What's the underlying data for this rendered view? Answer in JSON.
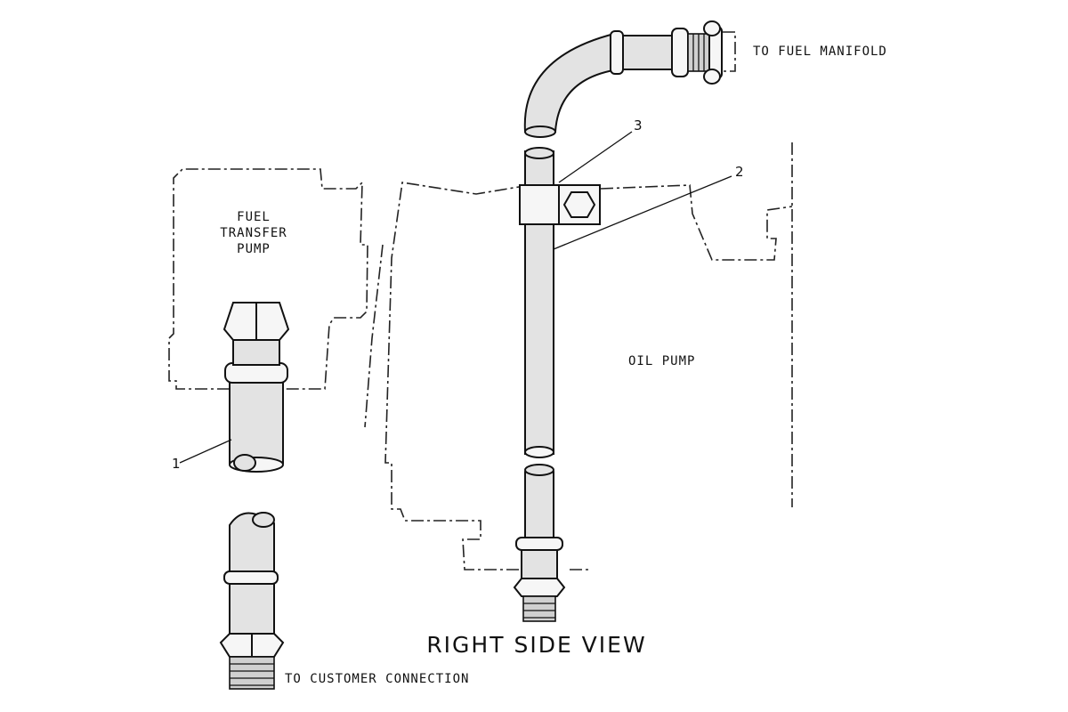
{
  "title": "RIGHT SIDE VIEW",
  "labels": {
    "fuel_transfer_pump": [
      "FUEL",
      "TRANSFER",
      "PUMP"
    ],
    "oil_pump": "OIL PUMP",
    "to_fuel_manifold": "TO FUEL MANIFOLD",
    "to_customer_connection": "TO CUSTOMER CONNECTION"
  },
  "callouts": [
    "1",
    "2",
    "3"
  ]
}
